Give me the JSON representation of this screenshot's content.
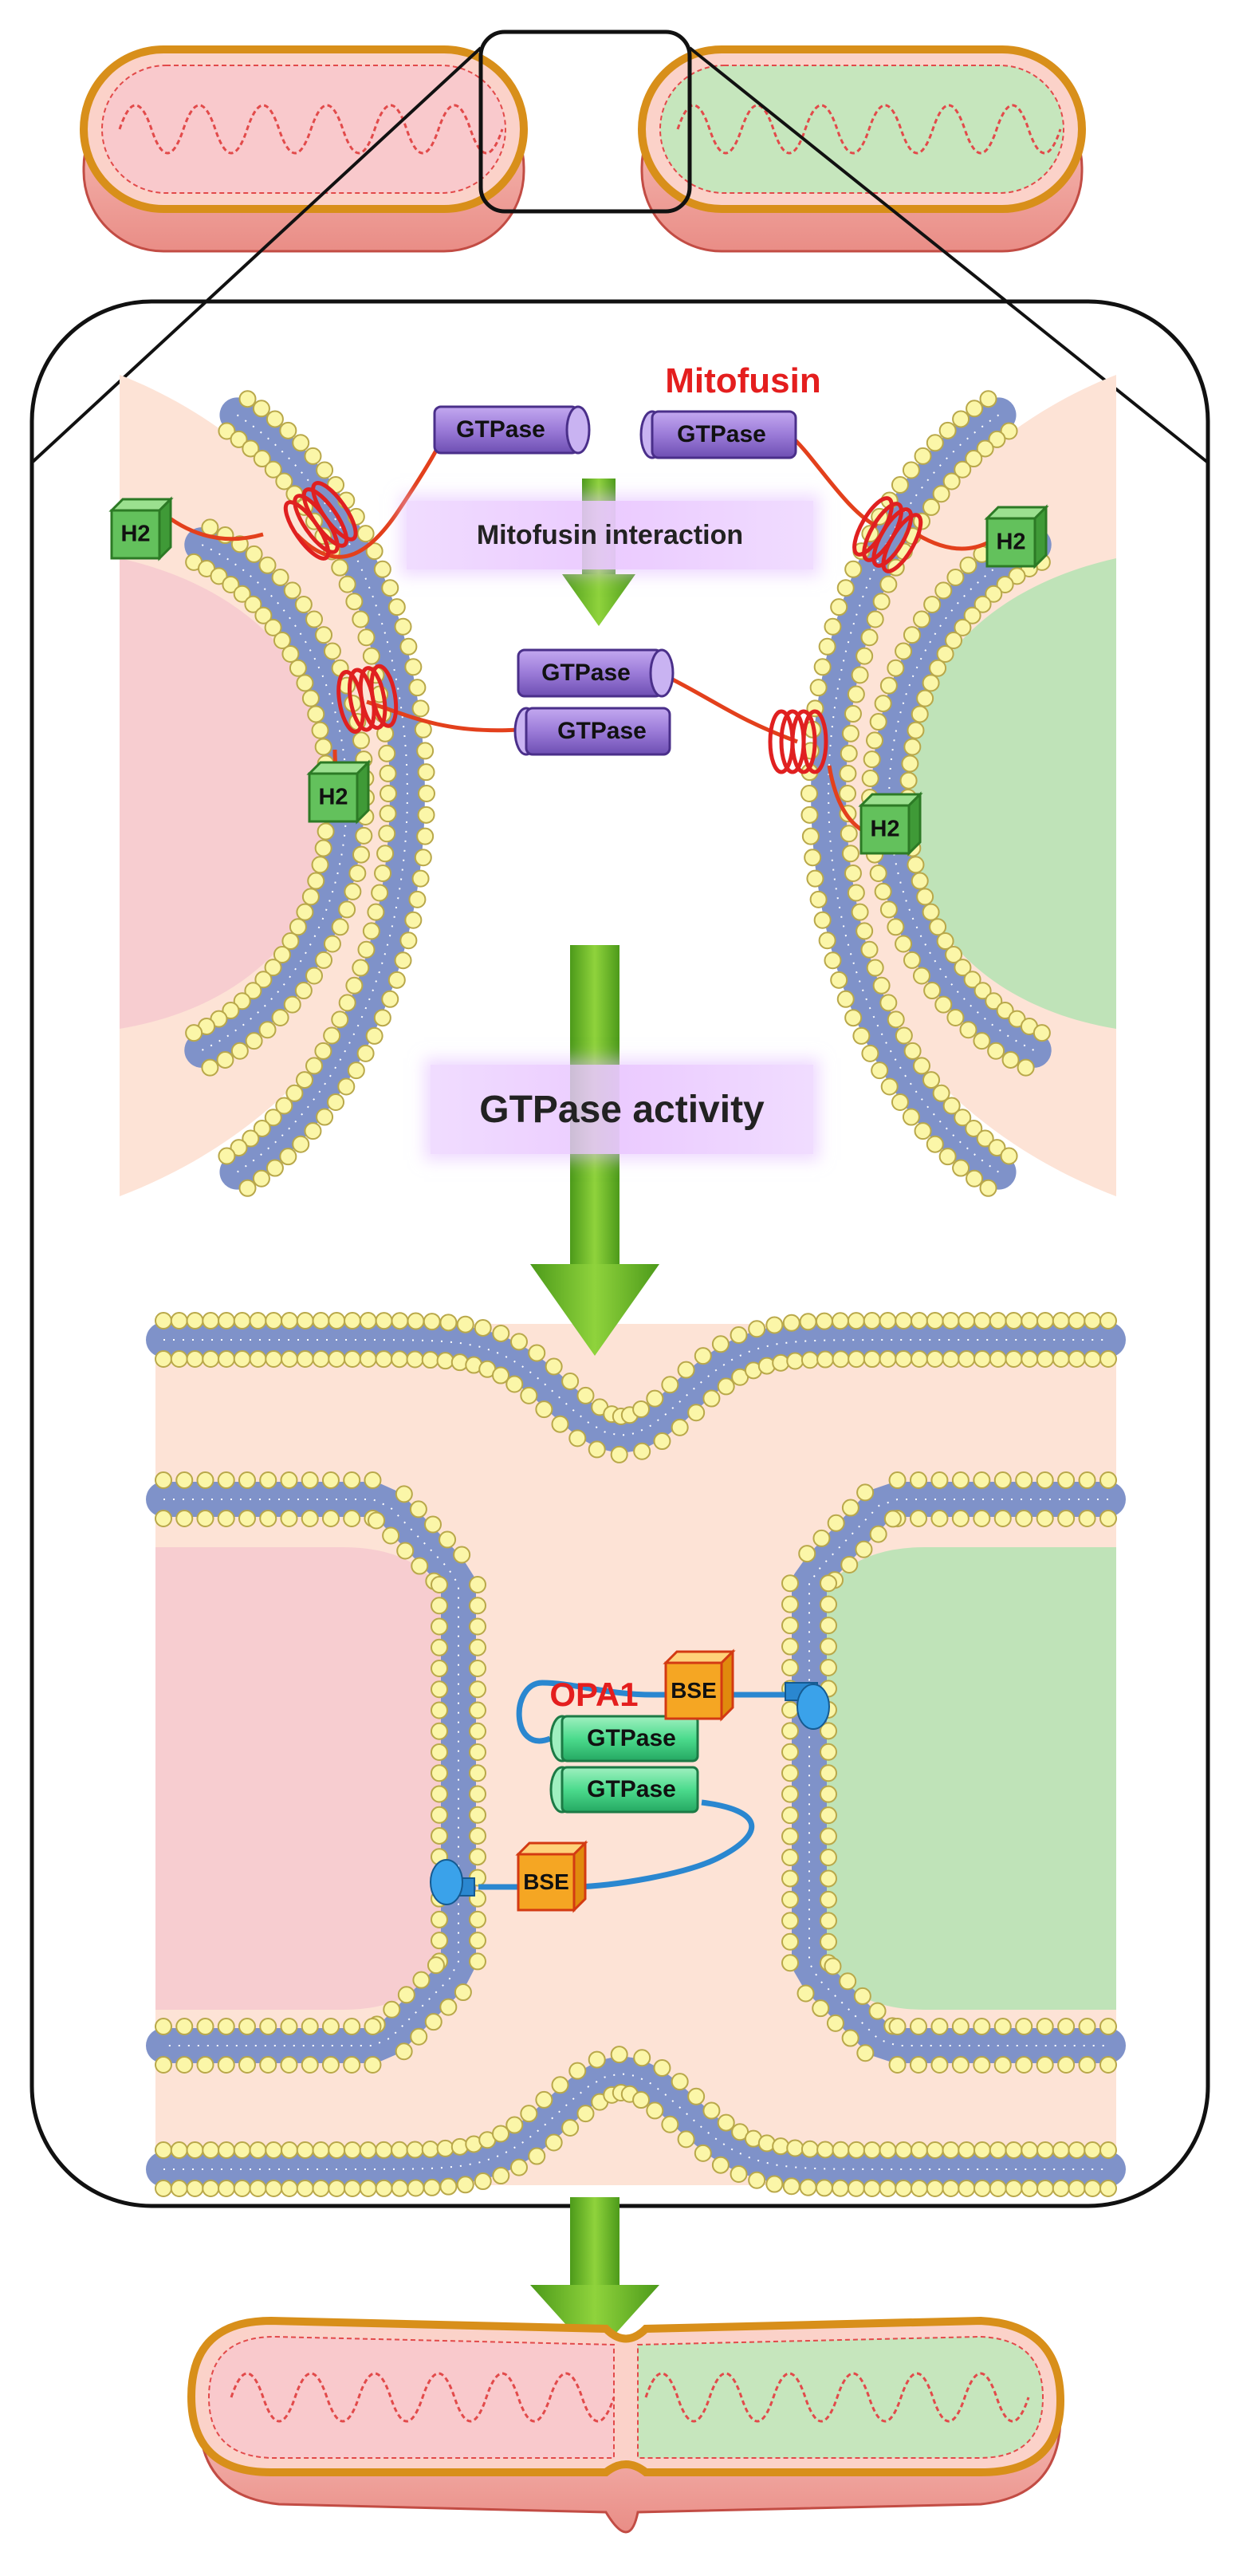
{
  "labels": {
    "mitofusin": "Mitofusin",
    "mitofusin_interaction": "Mitofusin interaction",
    "gtpase_activity": "GTPase activity",
    "opa1": "OPA1",
    "gtpase": "GTPase",
    "h2": "H2",
    "bse": "BSE"
  },
  "colors": {
    "membrane_blue": "#7f92c9",
    "lipid_head": "#fbf6a8",
    "lipid_outline": "#b9a84a",
    "intermembrane": "#fde3d6",
    "matrix_left": "#f7cdd0",
    "matrix_right": "#bfe3b8",
    "mitofusin_purple": "#9b7bd8",
    "h2_green": "#63c15c",
    "bse_orange": "#f5a623",
    "opa1_green": "#4cdb8d",
    "opa1_line": "#2a87d0",
    "mfn_line": "#e3401c",
    "arrow_green": "#6ab82a",
    "accent_red": "#e41e1e"
  }
}
